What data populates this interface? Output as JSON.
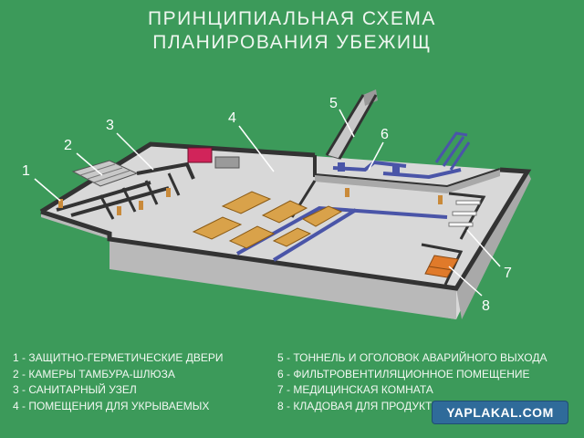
{
  "title": {
    "line1": "ПРИНЦИПИАЛЬНАЯ СХЕМА",
    "line2": "ПЛАНИРОВАНИЯ УБЕЖИЩ"
  },
  "callouts": [
    "1",
    "2",
    "3",
    "4",
    "5",
    "6",
    "7",
    "8"
  ],
  "legend": {
    "left": [
      "1 - ЗАЩИТНО-ГЕРМЕТИЧЕСКИЕ ДВЕРИ",
      "2 - КАМЕРЫ ТАМБУРА-ШЛЮЗА",
      "3 - САНИТАРНЫЙ УЗЕЛ",
      "4 - ПОМЕЩЕНИЯ ДЛЯ УКРЫВАЕМЫХ"
    ],
    "right": [
      "5 - ТОННЕЛЬ И ОГОЛОВОК АВАРИЙНОГО ВЫХОДА",
      "6 - ФИЛЬТРОВЕНТИЛЯЦИОННОЕ ПОМЕЩЕНИЕ",
      "7 - МЕДИЦИНСКАЯ КОМНАТА",
      "8 - КЛАДОВАЯ ДЛЯ ПРОДУКТОВ"
    ]
  },
  "watermark": "YAPLAKAL.COM",
  "colors": {
    "background": "#3c9a5a",
    "floor": "#d8d8d8",
    "wall_top": "#3a3a3a",
    "wall_side": "#b9b9b9",
    "bench": "#d9a24a",
    "pipe": "#4a55a8",
    "storage": "#e07a2a",
    "panel": "#d1245a"
  }
}
